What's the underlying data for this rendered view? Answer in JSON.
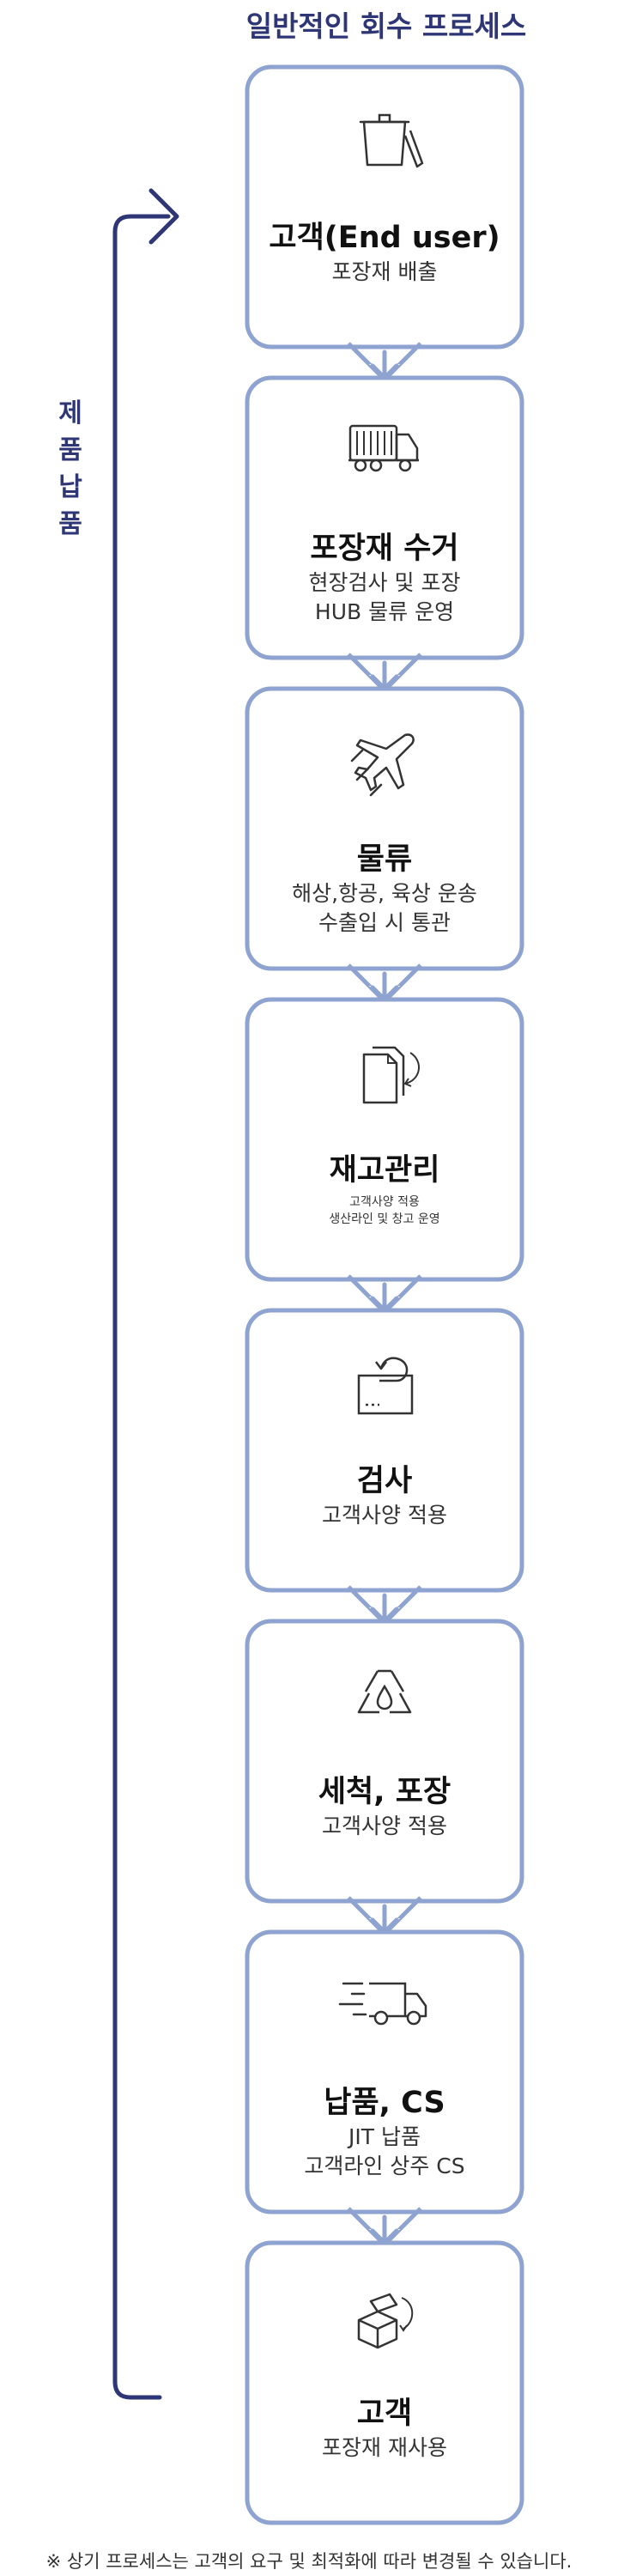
{
  "title": "일반적인 회수 프로세스",
  "side_label": [
    "제",
    "품",
    "납",
    "품"
  ],
  "steps": [
    {
      "id": "customer-end-user",
      "icon": "trash-bin-icon",
      "title": "고객(End user)",
      "lines": [
        "포장재 배출"
      ],
      "small": false
    },
    {
      "id": "packaging-collection",
      "icon": "garbage-truck-icon",
      "title": "포장재 수거",
      "lines": [
        "현장검사 및 포장",
        "HUB 물류 운영"
      ],
      "small": false
    },
    {
      "id": "logistics",
      "icon": "airplane-icon",
      "title": "물류",
      "lines": [
        "해상,항공, 육상 운송",
        "수출입 시 통관"
      ],
      "small": false
    },
    {
      "id": "inventory",
      "icon": "documents-icon",
      "title": "재고관리",
      "lines": [
        "고객사양 적용",
        "생산라인 및 창고 운영"
      ],
      "small": true
    },
    {
      "id": "inspection",
      "icon": "return-box-icon",
      "title": "검사",
      "lines": [
        "고객사양 적용"
      ],
      "small": false
    },
    {
      "id": "washing-packing",
      "icon": "recycle-water-icon",
      "title": "세척, 포장",
      "lines": [
        "고객사양 적용"
      ],
      "small": false
    },
    {
      "id": "delivery-cs",
      "icon": "delivery-truck-icon",
      "title": "납품, CS",
      "lines": [
        "JIT 납품",
        "고객라인 상주 CS"
      ],
      "small": false
    },
    {
      "id": "customer-reuse",
      "icon": "recycle-boxes-icon",
      "title": "고객",
      "lines": [
        "포장재 재사용"
      ],
      "small": false
    }
  ],
  "footnote": "※ 상기 프로세스는 고객의 요구 및 최적화에 따라 변경될 수 있습니다.",
  "colors": {
    "card_border": "#8ea3cf",
    "arrow": "#2e3675",
    "title": "#2e3675",
    "icon": "#333333"
  }
}
